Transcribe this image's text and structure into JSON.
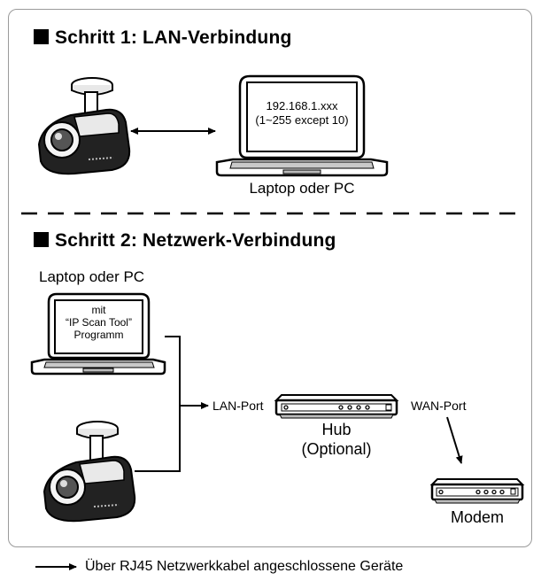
{
  "step1": {
    "title": "Schritt 1: LAN-Verbindung",
    "ip_address": "192.168.1.xxx",
    "ip_range": "(1~255 except 10)",
    "device_label": "Laptop oder PC"
  },
  "step2": {
    "title": "Schritt 2: Netzwerk-Verbindung",
    "laptop_label": "Laptop oder PC",
    "screen_line1": "mit",
    "screen_line2": "“IP Scan Tool”",
    "screen_line3": "Programm",
    "lan_port": "LAN-Port",
    "hub_label": "Hub",
    "hub_note": "(Optional)",
    "wan_port": "WAN-Port",
    "modem_label": "Modem"
  },
  "legend": {
    "text": "Über RJ45 Netzwerkkabel angeschlossene Geräte"
  }
}
